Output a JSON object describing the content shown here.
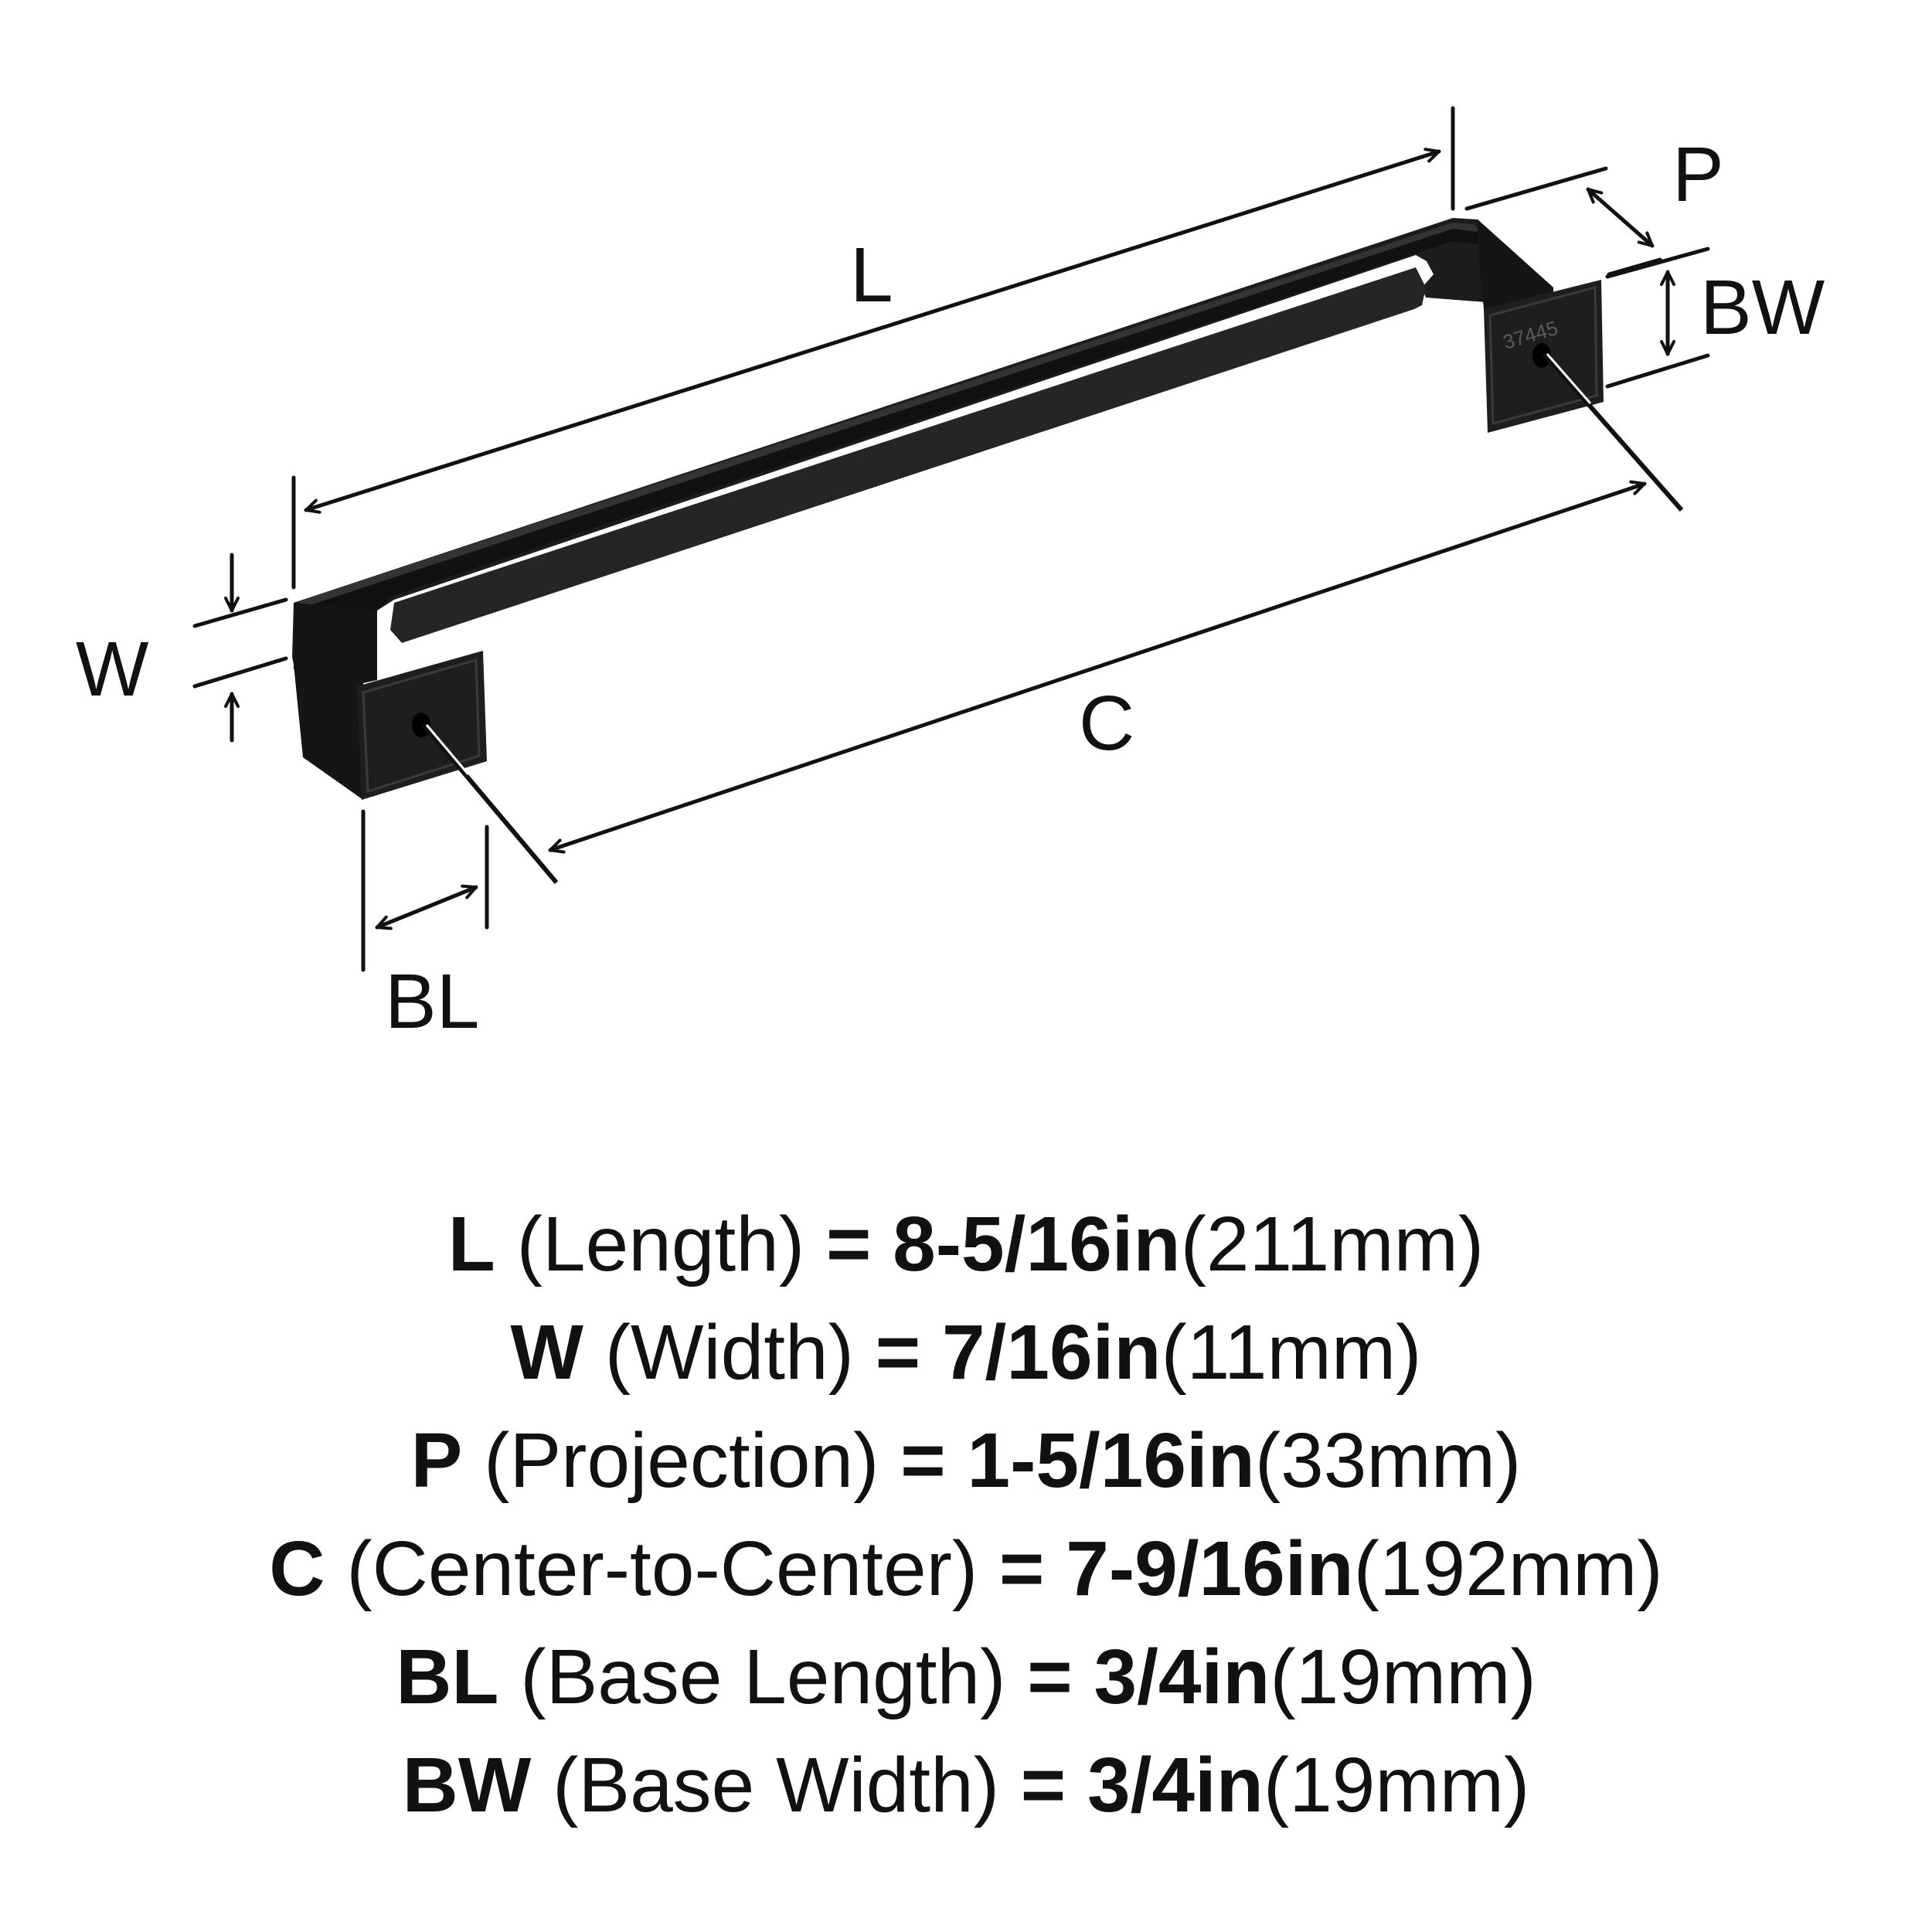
{
  "diagram": {
    "dimension_labels": {
      "L": "L",
      "P": "P",
      "BW": "BW",
      "W": "W",
      "C": "C",
      "BL": "BL"
    },
    "part_number_mark": "37445",
    "handle_color": "#1a1a1a",
    "line_color": "#111111"
  },
  "specs": [
    {
      "symbol": "L",
      "name": "(Length)",
      "equals": "=",
      "imperial": "8-5/16in",
      "metric": "(211mm)"
    },
    {
      "symbol": "W",
      "name": "(Width)",
      "equals": "=",
      "imperial": "7/16in",
      "metric": "(11mm)"
    },
    {
      "symbol": "P",
      "name": "(Projection)",
      "equals": "=",
      "imperial": "1-5/16in",
      "metric": "(33mm)"
    },
    {
      "symbol": "C",
      "name": "(Center-to-Center)",
      "equals": "=",
      "imperial": "7-9/16in",
      "metric": "(192mm)"
    },
    {
      "symbol": "BL",
      "name": "(Base Length)",
      "equals": "=",
      "imperial": "3/4in",
      "metric": "(19mm)"
    },
    {
      "symbol": "BW",
      "name": "(Base Width)",
      "equals": "=",
      "imperial": "3/4in",
      "metric": "(19mm)"
    }
  ]
}
